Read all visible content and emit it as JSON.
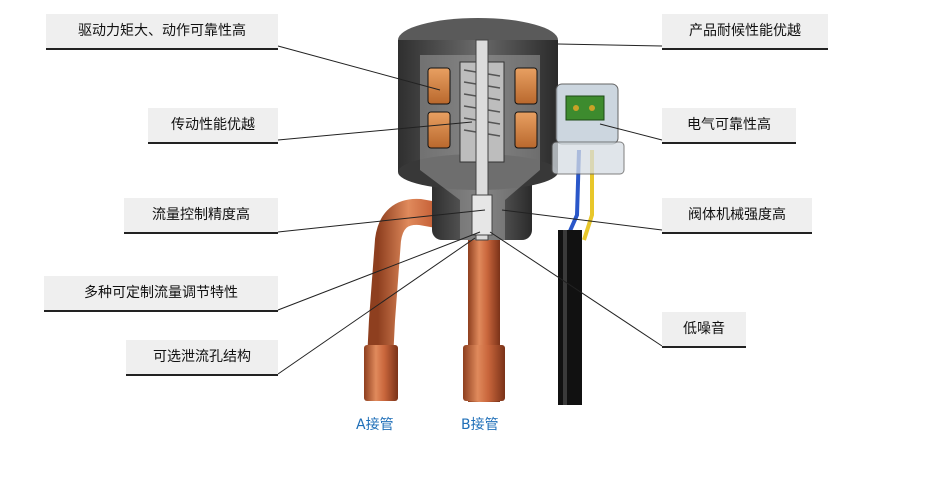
{
  "labels_left": [
    "驱动力矩大、动作可靠性高",
    "传动性能优越",
    "流量控制精度高",
    "多种可定制流量调节特性",
    "可选泄流孔结构"
  ],
  "labels_right": [
    "产品耐候性能优越",
    "电气可靠性高",
    "阀体机械强度高",
    "低噪音"
  ],
  "pipe_labels": {
    "a": "A接管",
    "b": "B接管"
  },
  "colors": {
    "label_bg": "#efefef",
    "pipe_label": "#1f6fb8",
    "copper": "#c9663c",
    "coil": "#d9894a",
    "valve_body": "#4a4a4a"
  }
}
